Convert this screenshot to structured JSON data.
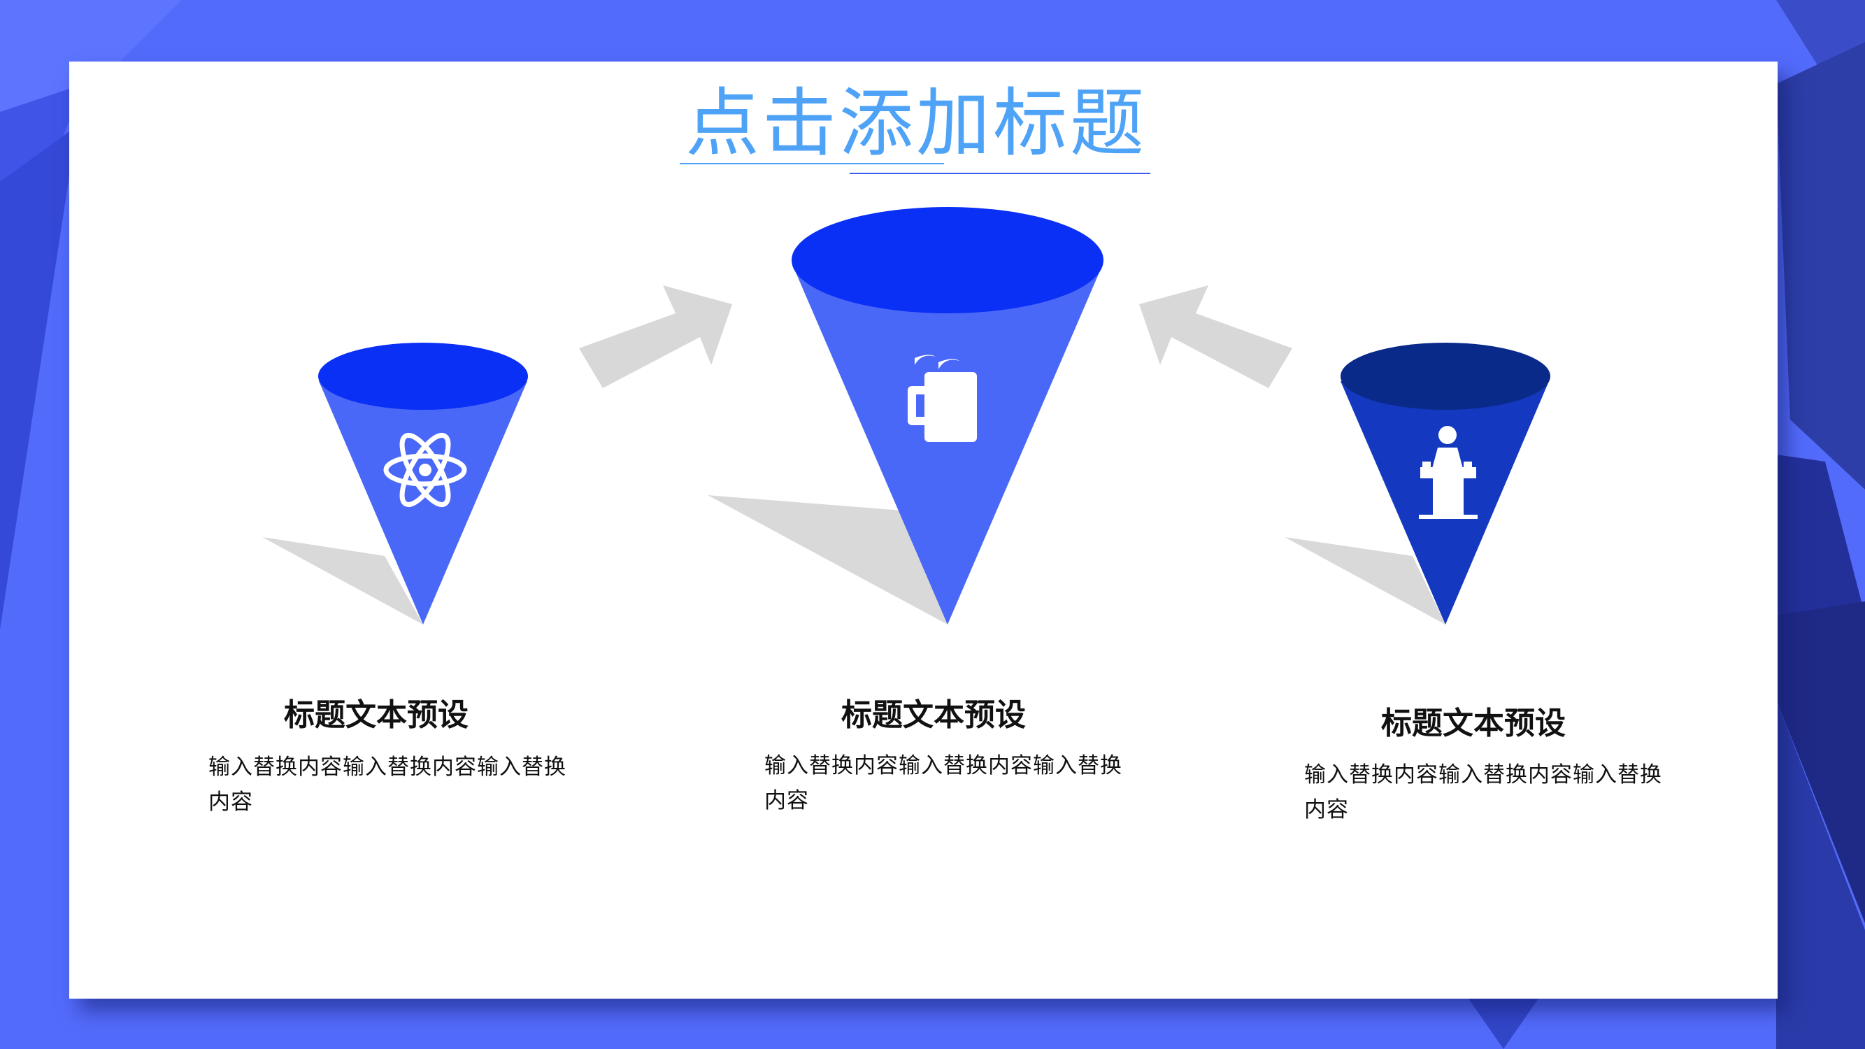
{
  "slide": {
    "title": "点击添加标题",
    "colors": {
      "background": "#536bfb",
      "card": "#ffffff",
      "title": "#4fa3f7",
      "cone_main": "#4a68f7",
      "cone_top_left": "#0a2ff5",
      "cone_top_center": "#0a2ff5",
      "cone_right": "#1538c0",
      "cone_top_right": "#0a2a8a",
      "arrow": "#d7d7d7",
      "shadow": "#d9d9d9"
    }
  },
  "items": [
    {
      "title": "标题文本预设",
      "desc": "输入替换内容输入替换内容输入替换内容",
      "icon": "atom-icon"
    },
    {
      "title": "标题文本预设",
      "desc": "输入替换内容输入替换内容输入替换内容",
      "icon": "mug-icon"
    },
    {
      "title": "标题文本预设",
      "desc": "输入替换内容输入替换内容输入替换内容",
      "icon": "speaker-podium-icon"
    }
  ]
}
